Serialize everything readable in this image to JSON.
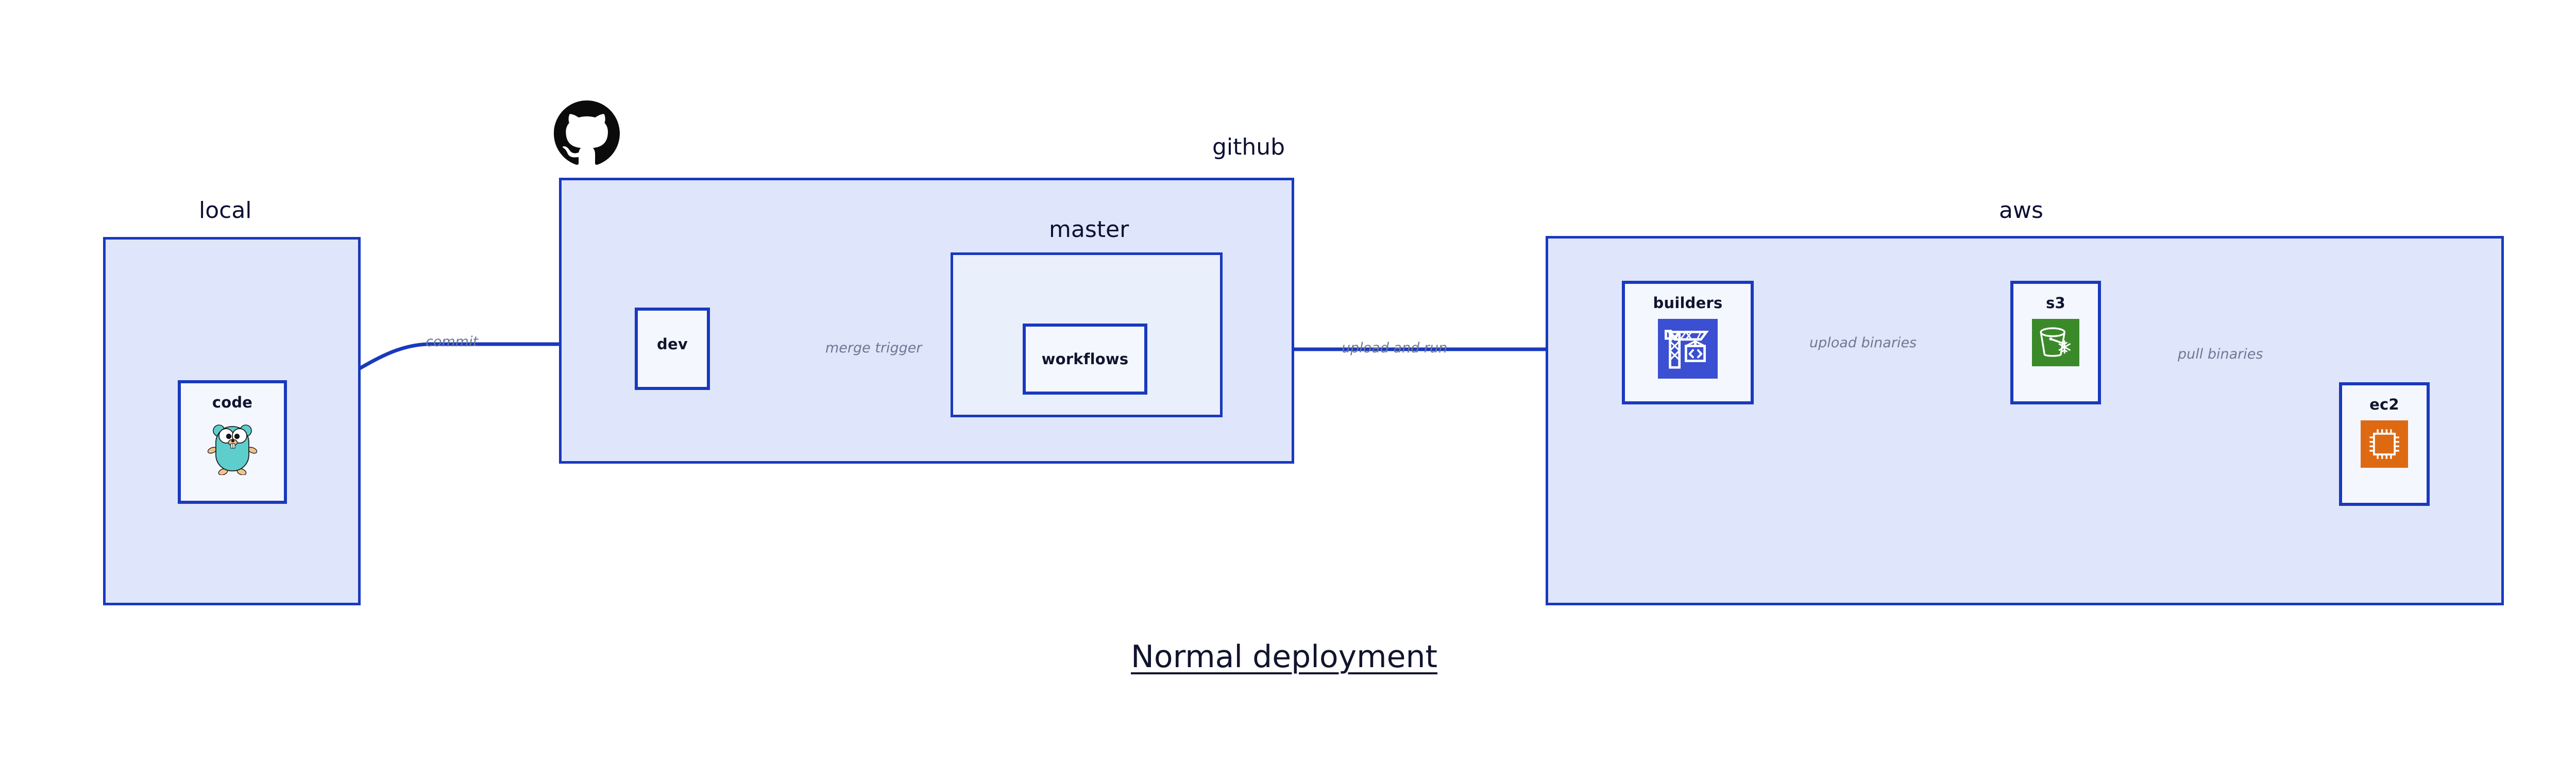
{
  "diagram": {
    "title": "Normal deployment",
    "accent_border": "#1939bd",
    "group_fill": "#dfe6fb",
    "node_fill": "#eaeffc",
    "label_color": "#6e7894",
    "text_color": "#11142e"
  },
  "groups": [
    {
      "id": "local",
      "label": "local"
    },
    {
      "id": "github",
      "label": "github"
    },
    {
      "id": "aws",
      "label": "aws"
    }
  ],
  "subgroups": [
    {
      "id": "master",
      "label": "master"
    }
  ],
  "nodes": [
    {
      "id": "code",
      "label": "code",
      "icon": "go-gopher-icon",
      "group": "local"
    },
    {
      "id": "dev",
      "label": "dev",
      "icon": "none",
      "group": "github"
    },
    {
      "id": "workflows",
      "label": "workflows",
      "icon": "none",
      "group": "master"
    },
    {
      "id": "builders",
      "label": "builders",
      "icon": "aws-crane-icon",
      "group": "aws"
    },
    {
      "id": "s3",
      "label": "s3",
      "icon": "aws-s3-bucket-icon",
      "group": "aws"
    },
    {
      "id": "ec2",
      "label": "ec2",
      "icon": "aws-ec2-chip-icon",
      "group": "aws"
    }
  ],
  "edges": [
    {
      "id": "commit",
      "label": "commit",
      "from": "code",
      "to": "dev"
    },
    {
      "id": "merge-trigger",
      "label": "merge trigger",
      "from": "dev",
      "to": "workflows"
    },
    {
      "id": "upload-and-run",
      "label": "upload and run",
      "from": "workflows",
      "to": "builders"
    },
    {
      "id": "upload-binaries",
      "label": "upload binaries",
      "from": "builders",
      "to": "s3"
    },
    {
      "id": "pull-binaries",
      "label": "pull binaries",
      "from": "s3",
      "to": "ec2"
    }
  ],
  "icons": {
    "github_logo": "github-octocat-logo",
    "builders_bg": "#3a4fd1",
    "s3_bg": "#3b8a2a",
    "ec2_bg": "#dd6a13",
    "gopher_body": "#5ececd"
  }
}
